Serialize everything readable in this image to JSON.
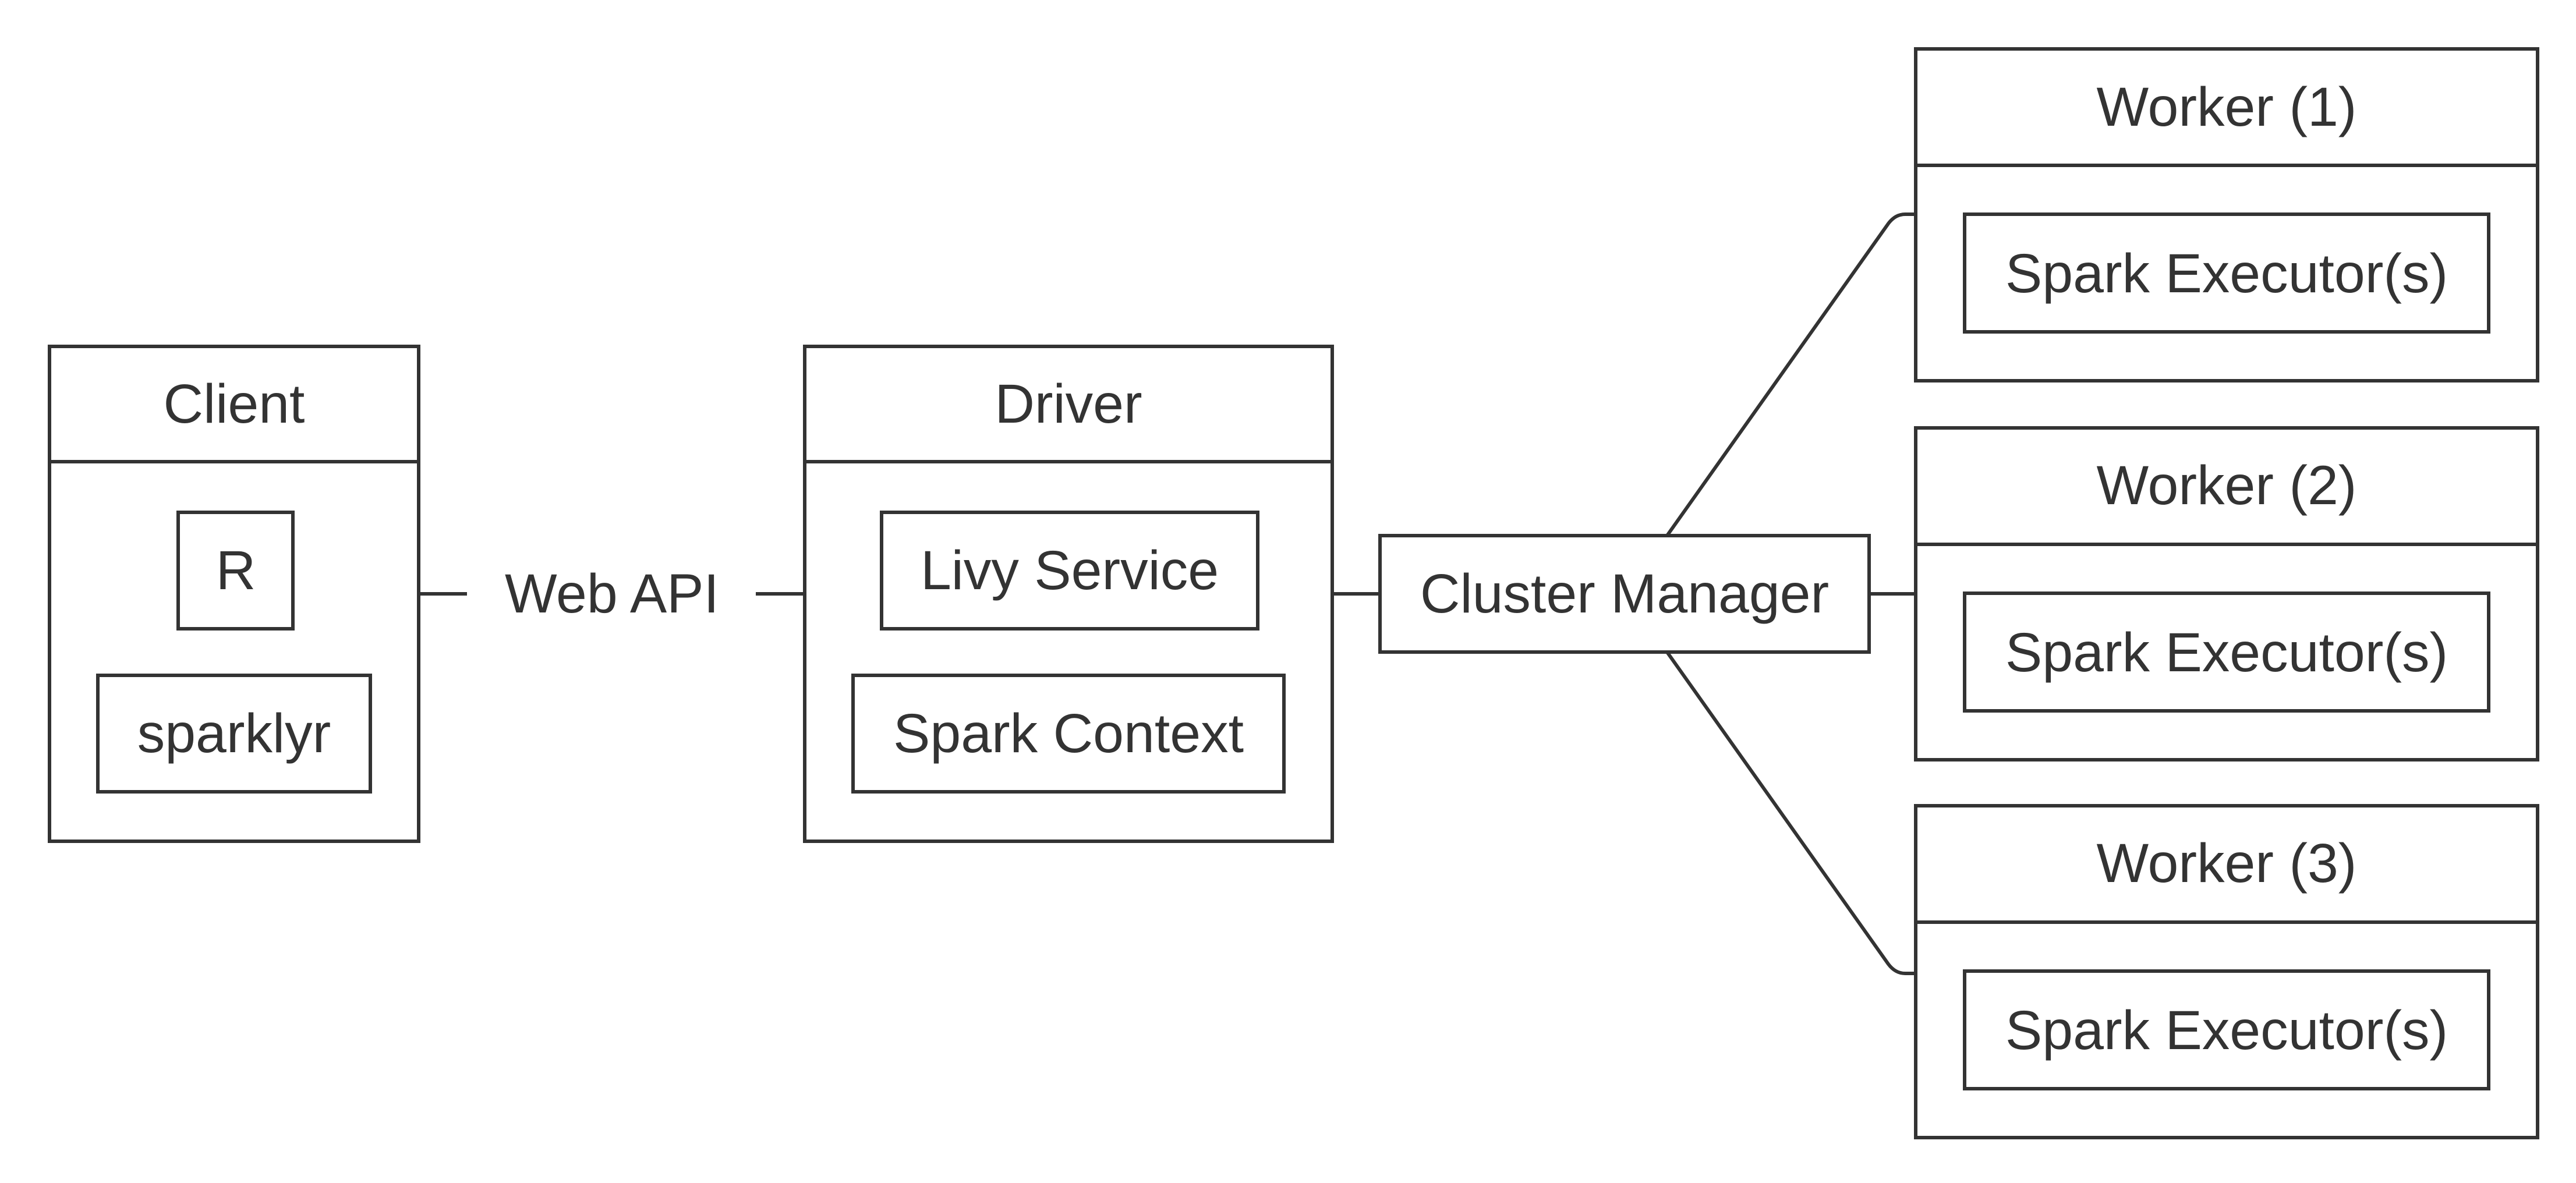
{
  "diagram": {
    "client": {
      "title": "Client",
      "components": [
        "R",
        "sparklyr"
      ]
    },
    "connector_label": "Web API",
    "driver": {
      "title": "Driver",
      "components": [
        "Livy Service",
        "Spark Context"
      ]
    },
    "cluster_manager": "Cluster Manager",
    "workers": [
      {
        "title": "Worker (1)",
        "component": "Spark Executor(s)"
      },
      {
        "title": "Worker (2)",
        "component": "Spark Executor(s)"
      },
      {
        "title": "Worker (3)",
        "component": "Spark Executor(s)"
      }
    ]
  }
}
